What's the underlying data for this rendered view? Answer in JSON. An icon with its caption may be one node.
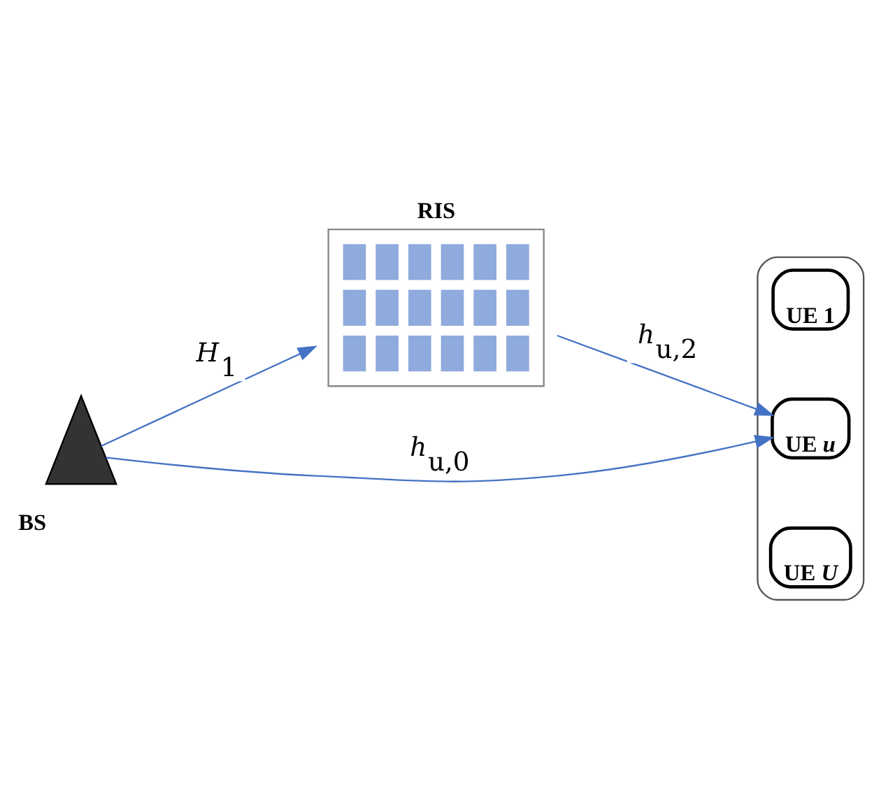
{
  "diagram": {
    "nodes": [
      {
        "text": [
          "RIS"
        ]
      },
      {
        "text": [
          "BS"
        ]
      },
      {
        "text": [],
        "shape": "ellipse"
      },
      {
        "text": [
          "UE 1"
        ],
        "in": 2
      },
      {
        "text": [
          "UE *u*"
        ],
        "in": 2
      },
      {
        "text": [
          "UE *U*"
        ],
        "in": 2
      }
    ],
    "edges": [
      {
        "from": 1,
        "to": 0,
        "arrow": "to",
        "label": "*H*$_{1}$"
      },
      {
        "from": 0,
        "to": 4,
        "arrow": "to",
        "label": "*h*$_{u,2}$"
      },
      {
        "from": 1,
        "to": 4,
        "arrow": "to",
        "label": "*h*$_{u,0}$"
      }
    ]
  }
}
